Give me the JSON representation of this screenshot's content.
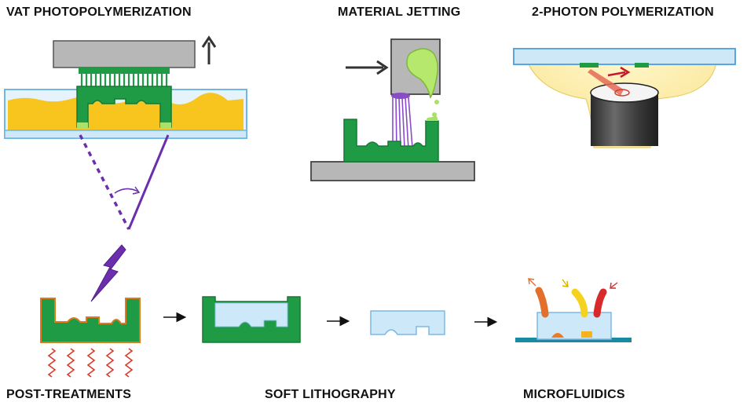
{
  "labels": {
    "vat": "VAT PHOTOPOLYMERIZATION",
    "jetting": "MATERIAL JETTING",
    "two_photon": "2-PHOTON POLYMERIZATION",
    "post": "POST-TREATMENTS",
    "soft": "SOFT LITHOGRAPHY",
    "micro": "MICROFLUIDICS"
  },
  "colors": {
    "green": "#1f9a45",
    "green_dark": "#157a34",
    "resin": "#f7c51e",
    "vat_blue": "#cfe8f7",
    "blue_edge": "#6fb6e6",
    "gray": "#b7b7b7",
    "gray_dark": "#555555",
    "purple": "#6b2fae",
    "lime": "#a8e26a",
    "red": "#d83a2a",
    "orange": "#f07a22",
    "yellow": "#f5d21e",
    "glow": "#fbeeb0",
    "pdms": "#cde8f8",
    "teal": "#1a8aa0"
  }
}
